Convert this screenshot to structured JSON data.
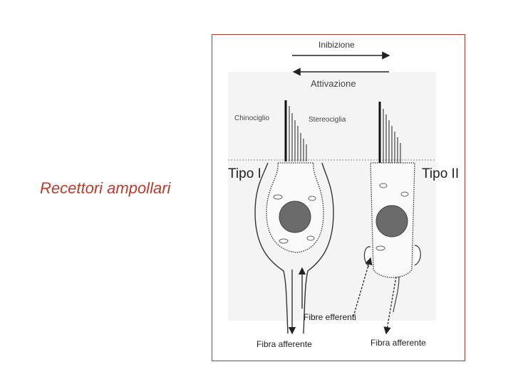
{
  "slide": {
    "title": "Recettori ampollari"
  },
  "figure": {
    "labels": {
      "inibizione": "Inibizione",
      "attivazione": "Attivazione",
      "chinociglio": "Chinociglio",
      "stereociglia": "Stereociglia",
      "tipo_1": "Tipo I",
      "tipo_2": "Tipo II",
      "fibre_efferenti": "Fibre efferenti",
      "fibra_afferente_1": "Fibra afferente",
      "fibra_afferente_2": "Fibra afferente"
    },
    "colors": {
      "title": "#c0392b",
      "frame": "#b03a2e",
      "nucleus": "#6b6b6b",
      "line": "#222222"
    }
  }
}
